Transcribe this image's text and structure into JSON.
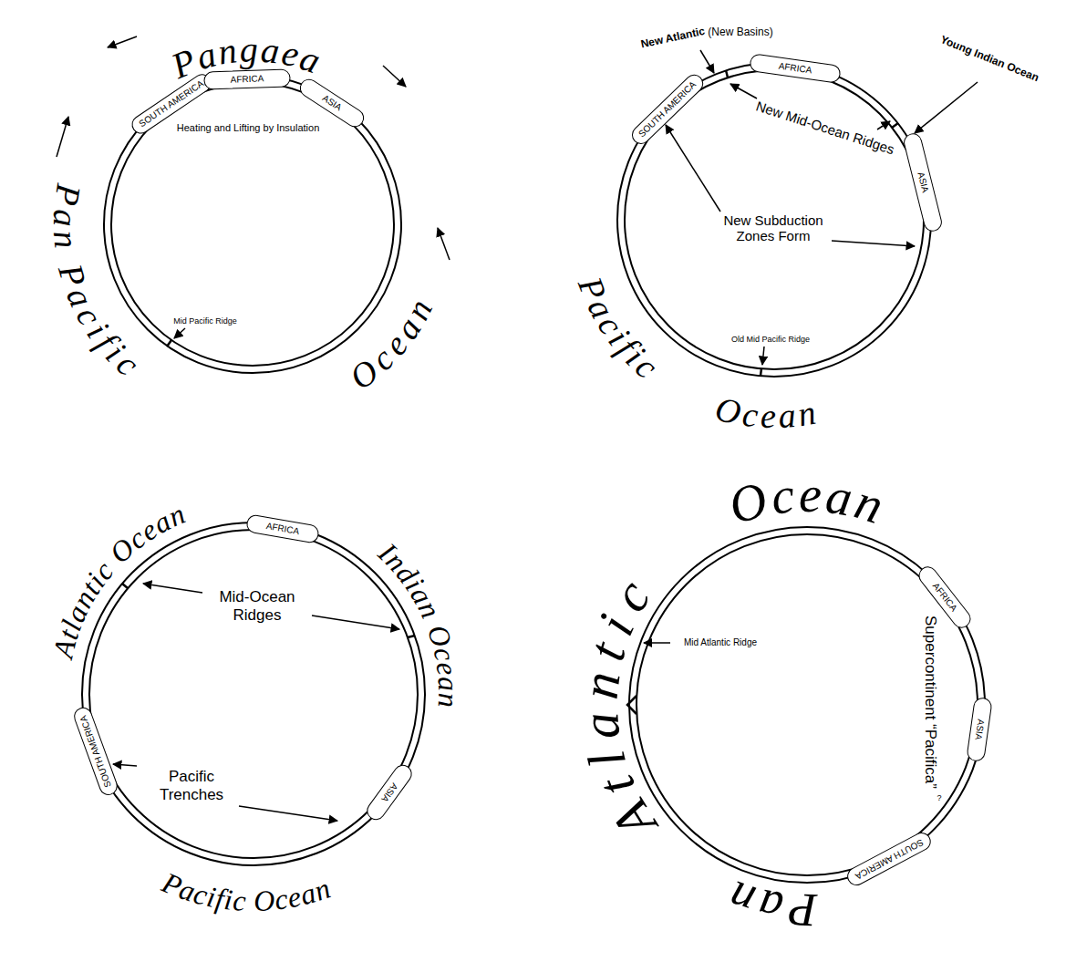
{
  "diagram": {
    "nodes": [
      {
        "text": [
          "SOUTH AMERICA"
        ]
      },
      {
        "text": [
          "AFRICA"
        ]
      },
      {
        "text": [
          "ASIA"
        ]
      },
      {
        "text": [
          "SOUTH AMERICA"
        ]
      },
      {
        "text": [
          "AFRICA"
        ]
      },
      {
        "text": [
          "ASIA"
        ]
      },
      {
        "text": [
          "AFRICA"
        ]
      },
      {
        "text": [
          "SOUTH AMERICA"
        ]
      },
      {
        "text": [
          "ASIA"
        ]
      },
      {
        "text": [
          "AFRICA"
        ]
      },
      {
        "text": [
          "ASIA"
        ]
      },
      {
        "text": [
          "SOUTH AMERICA"
        ]
      }
    ],
    "labels": [
      "Pangaea",
      "Pan Pacific",
      "Ocean",
      "Heating and Lifting by Insulation",
      "Mid Pacific Ridge",
      "New Atlantic",
      "(New Basins)",
      "Young Indian Ocean",
      "New Mid-Ocean Ridges",
      "New Subduction Zones Form",
      "Old Mid Pacific Ridge",
      "Pacific",
      "Ocean",
      "Atlantic Ocean",
      "Indian Ocean",
      "Mid-Ocean Ridges",
      "Pacific Trenches",
      "Pacific Ocean",
      "Ocean",
      "Atlantic",
      "Pan",
      "Mid Atlantic Ridge",
      "Supercontinent “Pacifica”",
      "?"
    ]
  }
}
